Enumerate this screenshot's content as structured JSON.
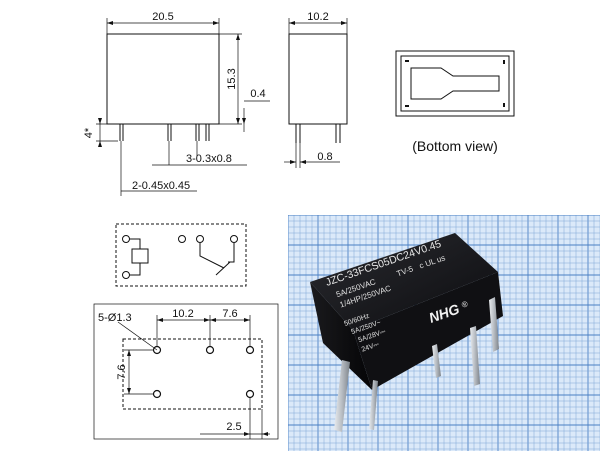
{
  "dimensions": {
    "length": "20.5",
    "height": "15.3",
    "width": "10.2",
    "pin_offset": "0.4",
    "pin_length": "4*",
    "pin_spacing_side": "0.8",
    "small_pins": "3-0.3x0.8",
    "large_pins": "2-0.45x0.45"
  },
  "labels": {
    "bottom_view": "(Bottom view)"
  },
  "pcb": {
    "holes": "5-Ø1.3",
    "dim_a": "10.2",
    "dim_b": "7.6",
    "dim_c": "7.6",
    "dim_d": "2.5"
  },
  "photo": {
    "model": "JZC-33FCS05DC24V0.45",
    "rating_1": "5A/250VAC",
    "rating_1b": "TV-5",
    "rating_2": "1/4HP/250VAC",
    "ul_mark": "c UL us",
    "freq": "50/60Hz",
    "rating_3": "5A/250V~",
    "rating_4": "5A/28V⎓",
    "coil_voltage": "24V⎓",
    "brand": "NHG",
    "registered": "®"
  }
}
